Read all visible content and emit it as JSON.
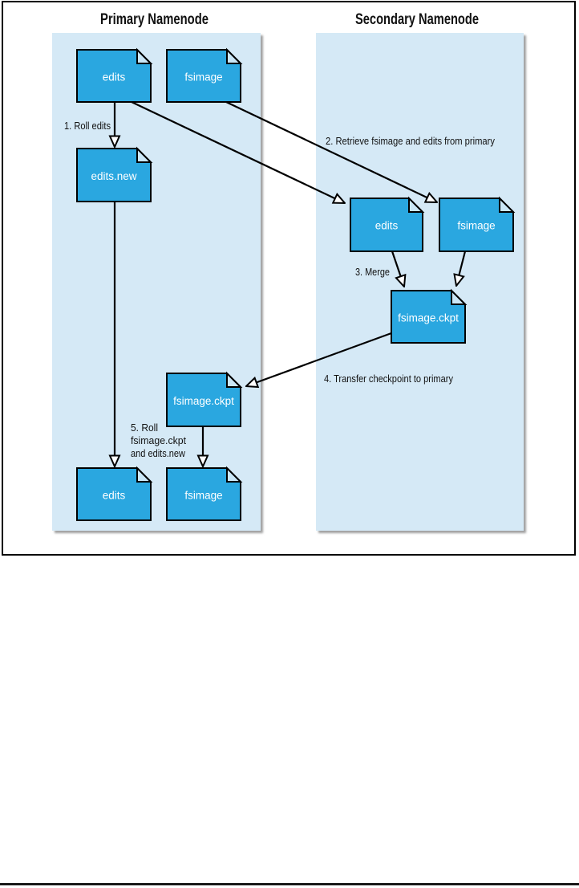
{
  "diagram": {
    "primary_title": "Primary Namenode",
    "secondary_title": "Secondary Namenode",
    "docs": {
      "p_edits_top": "edits",
      "p_fsimage_top": "fsimage",
      "p_edits_new": "edits.new",
      "s_edits": "edits",
      "s_fsimage": "fsimage",
      "s_fsimage_ckpt": "fsimage.ckpt",
      "p_fsimage_ckpt": "fsimage.ckpt",
      "p_edits_bottom": "edits",
      "p_fsimage_bottom": "fsimage"
    },
    "steps": {
      "s1": "1. Roll edits",
      "s2": "2. Retrieve fsimage and edits from primary",
      "s3": "3. Merge",
      "s4": "4. Transfer checkpoint to primary",
      "s5a": "5. Roll",
      "s5b": "fsimage.ckpt",
      "s5c": "and edits.new"
    },
    "colors": {
      "doc_fill": "#2AA7E0",
      "doc_fold": "#CBE7F7",
      "panel_bg": "#D5E9F6",
      "outline": "#000000"
    }
  }
}
